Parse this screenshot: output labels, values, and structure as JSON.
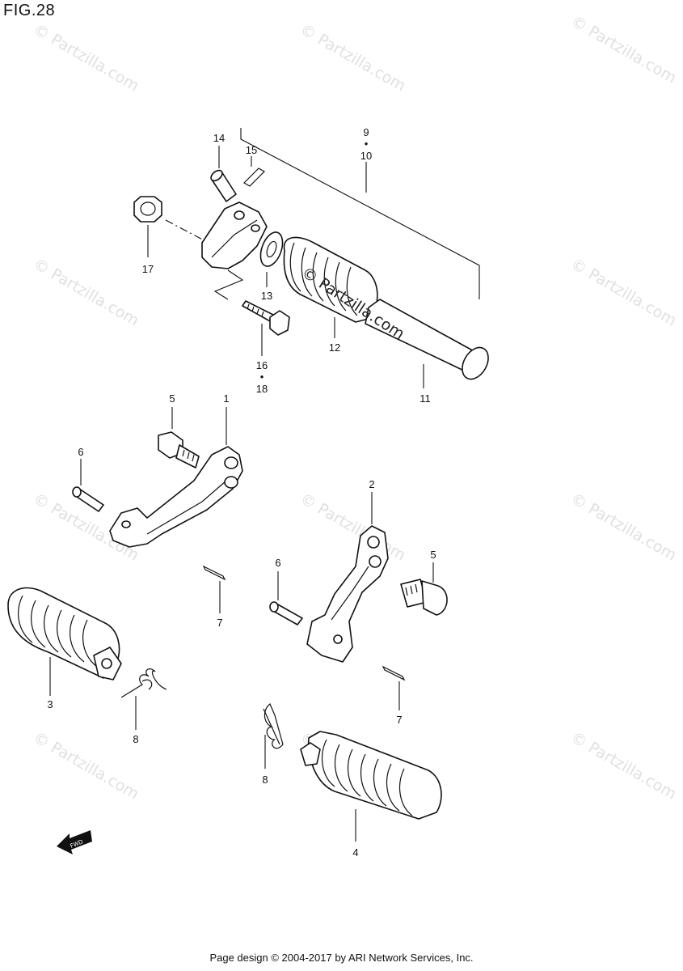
{
  "figure": {
    "title": "FIG.28"
  },
  "footer": {
    "text": "Page design © 2004-2017 by ARI Network Services, Inc."
  },
  "watermark": {
    "text": "© Partzilla.com",
    "center_text": "© Partzilla.com"
  },
  "labels": {
    "p1": "1",
    "p2": "2",
    "p3": "3",
    "p4": "4",
    "p5a": "5",
    "p5b": "5",
    "p6a": "6",
    "p6b": "6",
    "p7a": "7",
    "p7b": "7",
    "p8a": "8",
    "p8b": "8",
    "p9": "9",
    "p10": "10",
    "p11": "11",
    "p12": "12",
    "p13": "13",
    "p14": "14",
    "p15": "15",
    "p16": "16",
    "p17": "17",
    "p18": "18",
    "dot": "•"
  },
  "direction_arrow": {
    "text": "FWD"
  }
}
